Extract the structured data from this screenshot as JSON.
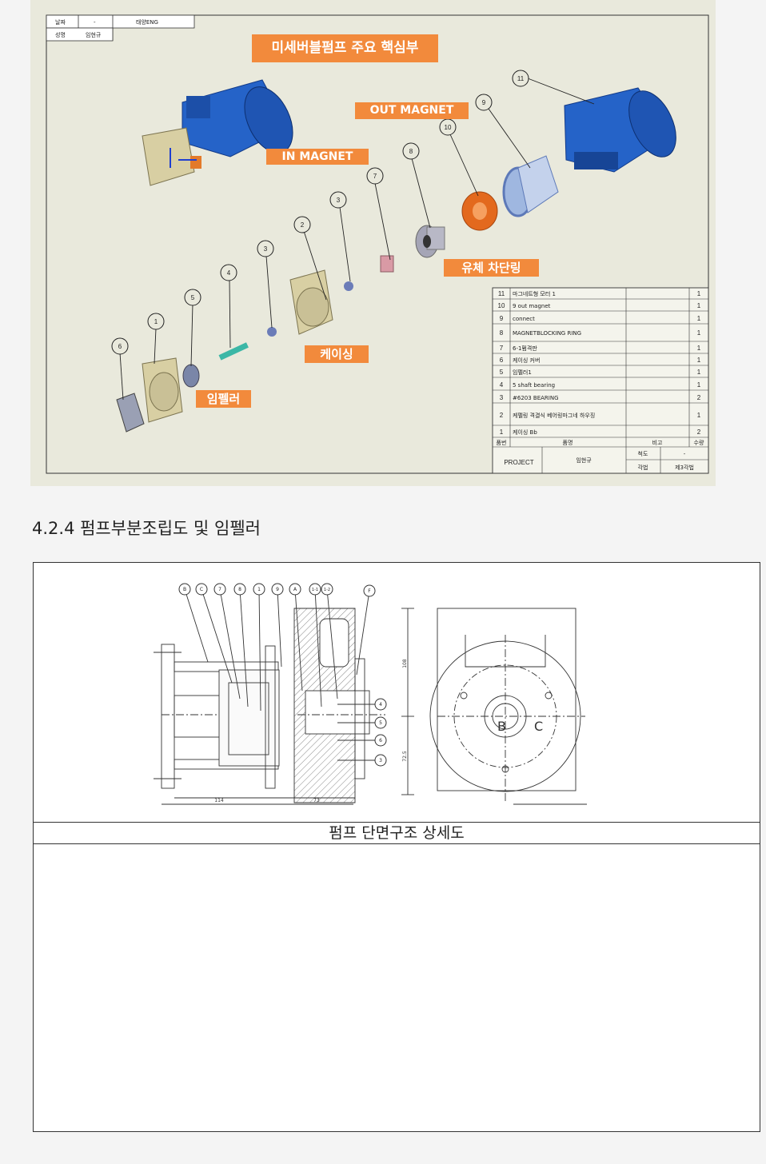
{
  "sheet": {
    "header": {
      "row1": [
        "날짜",
        "-",
        "태양ENG"
      ],
      "row2": [
        "성명",
        "임현규"
      ]
    },
    "title_banner": "미세버블펌프 주요 핵심부",
    "labels": {
      "out_magnet": "OUT MAGNET",
      "in_magnet": "IN MAGNET",
      "fluid_ring": "유체 차단링",
      "casing": "케이싱",
      "impeller": "임펠러"
    },
    "balloons": [
      "11",
      "9",
      "10",
      "8",
      "7",
      "3",
      "2",
      "3",
      "4",
      "5",
      "1",
      "6"
    ],
    "bom": {
      "rows": [
        {
          "no": "11",
          "name": "마그네트형 모터 1",
          "note": "",
          "qty": "1"
        },
        {
          "no": "10",
          "name": "9 out magnet",
          "note": "",
          "qty": "1"
        },
        {
          "no": "9",
          "name": "connect",
          "note": "",
          "qty": "1"
        },
        {
          "no": "8",
          "name": "MAGNETBLOCKING RING",
          "note": "",
          "qty": "1"
        },
        {
          "no": "7",
          "name": "6-1펌격판",
          "note": "",
          "qty": "1"
        },
        {
          "no": "6",
          "name": "케이싱 커버",
          "note": "",
          "qty": "1"
        },
        {
          "no": "5",
          "name": "임펠러1",
          "note": "",
          "qty": "1"
        },
        {
          "no": "4",
          "name": "5 shaft bearing",
          "note": "",
          "qty": "1"
        },
        {
          "no": "3",
          "name": "#6203 BEARING",
          "note": "",
          "qty": "2"
        },
        {
          "no": "2",
          "name": "케펠링 격결식 베어링마그네 하우징",
          "note": "",
          "qty": "1"
        },
        {
          "no": "1",
          "name": "케이싱 Bb",
          "note": "",
          "qty": "2"
        }
      ],
      "headers": {
        "no": "품번",
        "name": "품명",
        "note": "비고",
        "qty": "수량"
      },
      "footer": {
        "project": "PROJECT",
        "designer": "임현규",
        "scale_label": "척도",
        "scale_value": "-",
        "angle_label": "각법",
        "angle_value": "제3각법"
      }
    }
  },
  "section_heading": "4.2.4 펌프부분조립도 및 임펠러",
  "drawing": {
    "top_balloons": [
      "B",
      "C",
      "7",
      "8",
      "1",
      "9",
      "A",
      "1-1",
      "1-2",
      "F"
    ],
    "right_balloons": [
      "4",
      "5",
      "6",
      "3"
    ],
    "dims": {
      "left": "114",
      "right": "73",
      "v_top": "108",
      "v_bottom": "72.5"
    },
    "view_letters": [
      "B",
      "C"
    ],
    "caption": "펌프 단면구조 상세도"
  }
}
